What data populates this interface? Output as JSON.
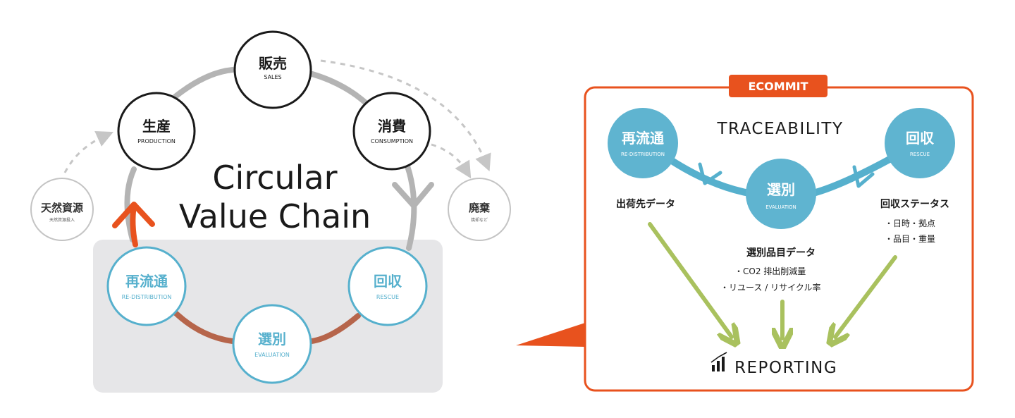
{
  "colors": {
    "dark": "#1a1a1a",
    "grey_ring": "#b4b4b4",
    "blue": "#56b0cd",
    "blue_fill": "#5fb4d0",
    "brown": "#b6654b",
    "orange": "#e8521e",
    "green": "#a9c15e",
    "panel_grey": "#e6e6e8"
  },
  "left": {
    "title_line1": "Circular",
    "title_line2": "Value Chain",
    "nodes": {
      "sales": {
        "jp": "販売",
        "en": "SALES"
      },
      "production": {
        "jp": "生産",
        "en": "PRODUCTION"
      },
      "consumption": {
        "jp": "消費",
        "en": "CONSUMPTION"
      },
      "natural_resources": {
        "jp": "天然資源",
        "en": "天然資源投入"
      },
      "disposal": {
        "jp": "廃棄",
        "en": "焼却など"
      },
      "redistribution": {
        "jp": "再流通",
        "en": "RE-DISTRIBUTION"
      },
      "rescue": {
        "jp": "回収",
        "en": "RESCUE"
      },
      "evaluation": {
        "jp": "選別",
        "en": "EVALUATION"
      }
    }
  },
  "right": {
    "badge": "ECOMMIT",
    "traceability": "TRACEABILITY",
    "reporting": "REPORTING",
    "nodes": {
      "redistribution": {
        "jp": "再流通",
        "en": "RE-DISTRIBUTION"
      },
      "rescue": {
        "jp": "回収",
        "en": "RESCUE"
      },
      "evaluation": {
        "jp": "選別",
        "en": "EVALUATION"
      }
    },
    "shipment_data": "出荷先データ",
    "rescue_status": {
      "title": "回収ステータス",
      "items": [
        "・日時・拠点",
        "・品目・重量"
      ]
    },
    "evaluation_data": {
      "title": "選別品目データ",
      "items": [
        "・CO2 排出削減量",
        "・リユース / リサイクル率"
      ]
    }
  }
}
